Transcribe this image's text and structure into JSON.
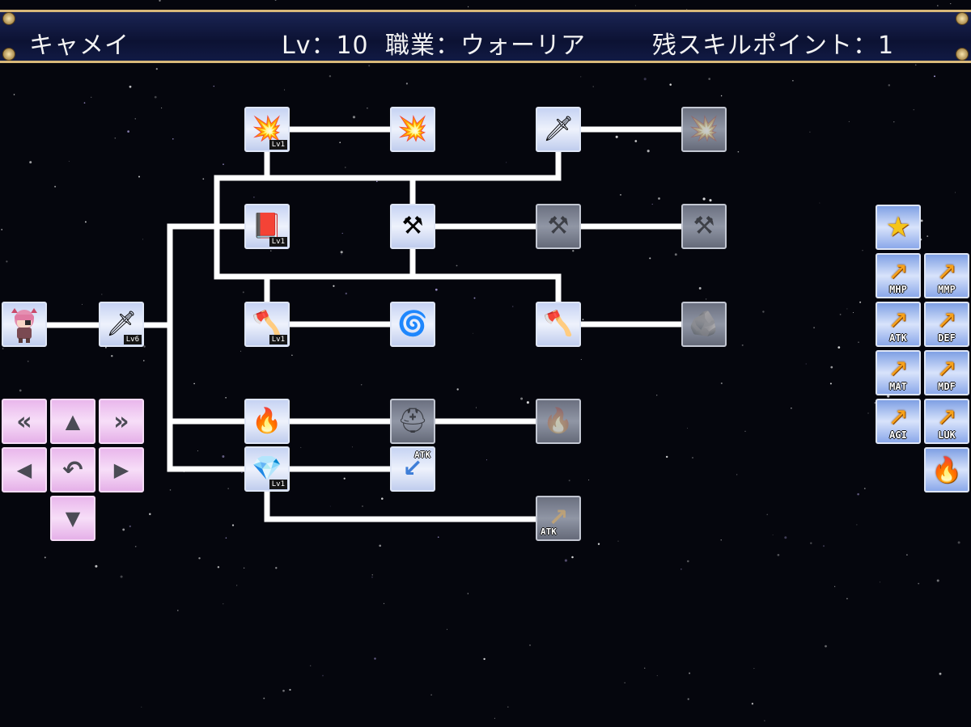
{
  "header": {
    "character_name": "キャメイ",
    "level_text": "Lv：10",
    "job_text": "職業：ウォーリア",
    "skill_points_text": "残スキルポイント：1"
  },
  "colors": {
    "header_border": "#d8b879",
    "link": "#ffffff",
    "node_unlocked": "#dde6fa",
    "node_locked": "#7d8291",
    "pad": "#f0c8f2",
    "stat_arrow": "#f6a11a"
  },
  "skill_tree": {
    "nodes": [
      {
        "id": "r0c0",
        "icon": "sword-icon",
        "glyph": "🗡",
        "state": "learned",
        "badge": "Lv6"
      },
      {
        "id": "r1c0",
        "icon": "burst-slash-icon",
        "glyph": "💥",
        "state": "learned",
        "badge": "Lv1"
      },
      {
        "id": "r1c1",
        "icon": "burst-slash-2-icon",
        "glyph": "💥",
        "state": "available",
        "badge": ""
      },
      {
        "id": "r1c2",
        "icon": "green-blade-icon",
        "glyph": "🗡",
        "state": "available",
        "badge": ""
      },
      {
        "id": "r1c3",
        "icon": "burst-slash-locked-icon",
        "glyph": "💥",
        "state": "locked",
        "badge": ""
      },
      {
        "id": "r2c0",
        "icon": "tome-icon",
        "glyph": "📕",
        "state": "learned",
        "badge": "Lv1"
      },
      {
        "id": "r2c1",
        "icon": "crossed-hammers-icon",
        "glyph": "⚒",
        "state": "available",
        "badge": ""
      },
      {
        "id": "r2c2",
        "icon": "crossed-hammers-locked-icon",
        "glyph": "⚒",
        "state": "locked",
        "badge": ""
      },
      {
        "id": "r2c3",
        "icon": "crossed-hammers-locked-2-icon",
        "glyph": "⚒",
        "state": "locked",
        "badge": ""
      },
      {
        "id": "r3c0",
        "icon": "magic-axe-icon",
        "glyph": "🪓",
        "state": "learned",
        "badge": "Lv1"
      },
      {
        "id": "r3c1",
        "icon": "whirl-axe-icon",
        "glyph": "🌀",
        "state": "available",
        "badge": ""
      },
      {
        "id": "r3c2",
        "icon": "cleave-axe-icon",
        "glyph": "🪓",
        "state": "available",
        "badge": ""
      },
      {
        "id": "r3c3",
        "icon": "rock-icon",
        "glyph": "🪨",
        "state": "locked",
        "badge": ""
      },
      {
        "id": "r4c0",
        "icon": "aura-icon",
        "glyph": "🔥",
        "state": "available",
        "badge": ""
      },
      {
        "id": "r4c1",
        "icon": "helmet-icon",
        "glyph": "⛑",
        "state": "locked",
        "badge": ""
      },
      {
        "id": "r4c2",
        "icon": "aura-locked-icon",
        "glyph": "🔥",
        "state": "locked",
        "badge": ""
      },
      {
        "id": "r5c0",
        "icon": "diamond-icon",
        "glyph": "💎",
        "state": "learned",
        "badge": "Lv1"
      },
      {
        "id": "r5c1",
        "icon": "atk-down-icon",
        "glyph": "↙",
        "state": "available",
        "badge": "",
        "label": "ATK"
      },
      {
        "id": "r6c2",
        "icon": "atk-up-icon",
        "glyph": "↗",
        "state": "locked",
        "badge": "",
        "label": "ATK"
      }
    ]
  },
  "stats_panel": {
    "items": [
      {
        "icon": "star-icon",
        "label": ""
      },
      {
        "icon": "arrow-up-icon",
        "label": "MHP"
      },
      {
        "icon": "arrow-up-icon",
        "label": "MMP"
      },
      {
        "icon": "arrow-up-icon",
        "label": "ATK"
      },
      {
        "icon": "arrow-up-icon",
        "label": "DEF"
      },
      {
        "icon": "arrow-up-icon",
        "label": "MAT"
      },
      {
        "icon": "arrow-up-icon",
        "label": "MDF"
      },
      {
        "icon": "arrow-up-icon",
        "label": "AGI"
      },
      {
        "icon": "arrow-up-icon",
        "label": "LUK"
      },
      {
        "icon": "aura-icon",
        "label": ""
      }
    ]
  },
  "nav_pad": {
    "buttons": [
      {
        "name": "prev-page-button",
        "icon": "double-chevron-left-icon",
        "glyph": "«"
      },
      {
        "name": "up-button",
        "icon": "arrow-up-icon",
        "glyph": "▲"
      },
      {
        "name": "next-page-button",
        "icon": "double-chevron-right-icon",
        "glyph": "»"
      },
      {
        "name": "left-button",
        "icon": "arrow-left-icon",
        "glyph": "◀"
      },
      {
        "name": "back-button",
        "icon": "return-icon",
        "glyph": "↶"
      },
      {
        "name": "right-button",
        "icon": "arrow-right-icon",
        "glyph": "▶"
      },
      {
        "name": "down-button",
        "icon": "arrow-down-icon",
        "glyph": "▼"
      }
    ]
  }
}
